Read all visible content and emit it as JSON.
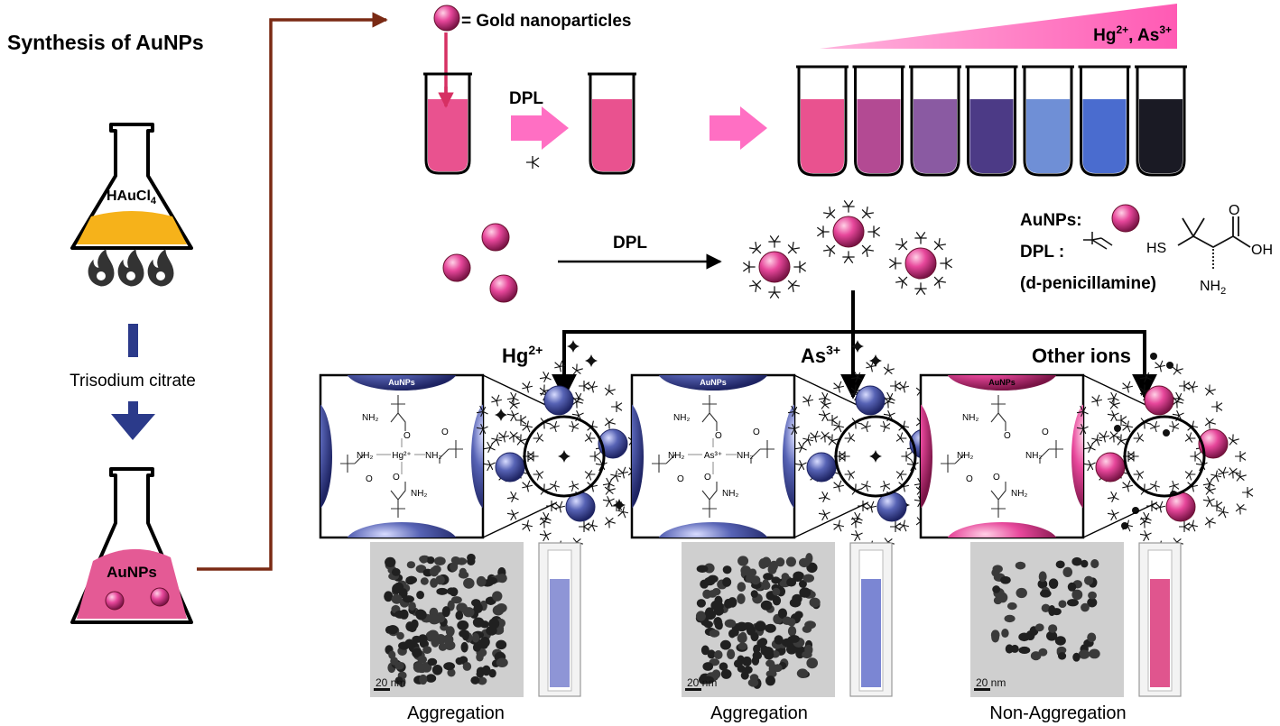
{
  "title": "Synthesis of AuNPs",
  "flask_top": {
    "label_main": "HAuCl",
    "label_sub": "4"
  },
  "arrow_label": "Trisodium citrate",
  "flask_bottom": {
    "label": "AuNPs"
  },
  "legend_gold": "= Gold nanoparticles",
  "dpl_top": "DPL",
  "ion_gradient": {
    "hg": "Hg",
    "hg_sup": "2+",
    "sep": ", ",
    "as": "As",
    "as_sup": "3+"
  },
  "dpl_mid": "DPL",
  "legend": {
    "aunps": "AuNPs:",
    "dpl": "DPL :",
    "dpl_full": "(d-penicillamine)",
    "sh": "HS",
    "o": "O",
    "oh": "OH",
    "nh2": "NH",
    "nh2_sub": "2"
  },
  "panels": [
    {
      "ion": "Hg",
      "ion_sup": "2+",
      "center": "Hg²⁺",
      "result": "Aggregation",
      "scale": "20 nm",
      "np_color": "#5763b5",
      "tube_color": "#8e95d6"
    },
    {
      "ion": "As",
      "ion_sup": "3+",
      "center": "As³⁺",
      "result": "Aggregation",
      "scale": "20 nm",
      "np_color": "#5763b5",
      "tube_color": "#7b86d3"
    },
    {
      "ion": "Other ions",
      "ion_sup": "",
      "center": "",
      "result": "Non-Aggregation",
      "scale": "20 nm",
      "np_color": "#e7479b",
      "tube_color": "#e0558e"
    }
  ],
  "mol_labels": {
    "aunps": "AuNPs",
    "nh2": "NH₂",
    "o": "O"
  },
  "tube_colors": [
    "#e9528f",
    "#b34a93",
    "#8a5aa2",
    "#4c3a86",
    "#6f8fd6",
    "#4a6ccf",
    "#1a1a24"
  ],
  "colors": {
    "pink": "#ff6fc3",
    "citrate_arrow": "#2b3a8a",
    "frame_line": "#7a2a14",
    "flame": "#333333",
    "hauc_liquid": "#f6b21a",
    "aunp_liquid": "#e45a95"
  }
}
